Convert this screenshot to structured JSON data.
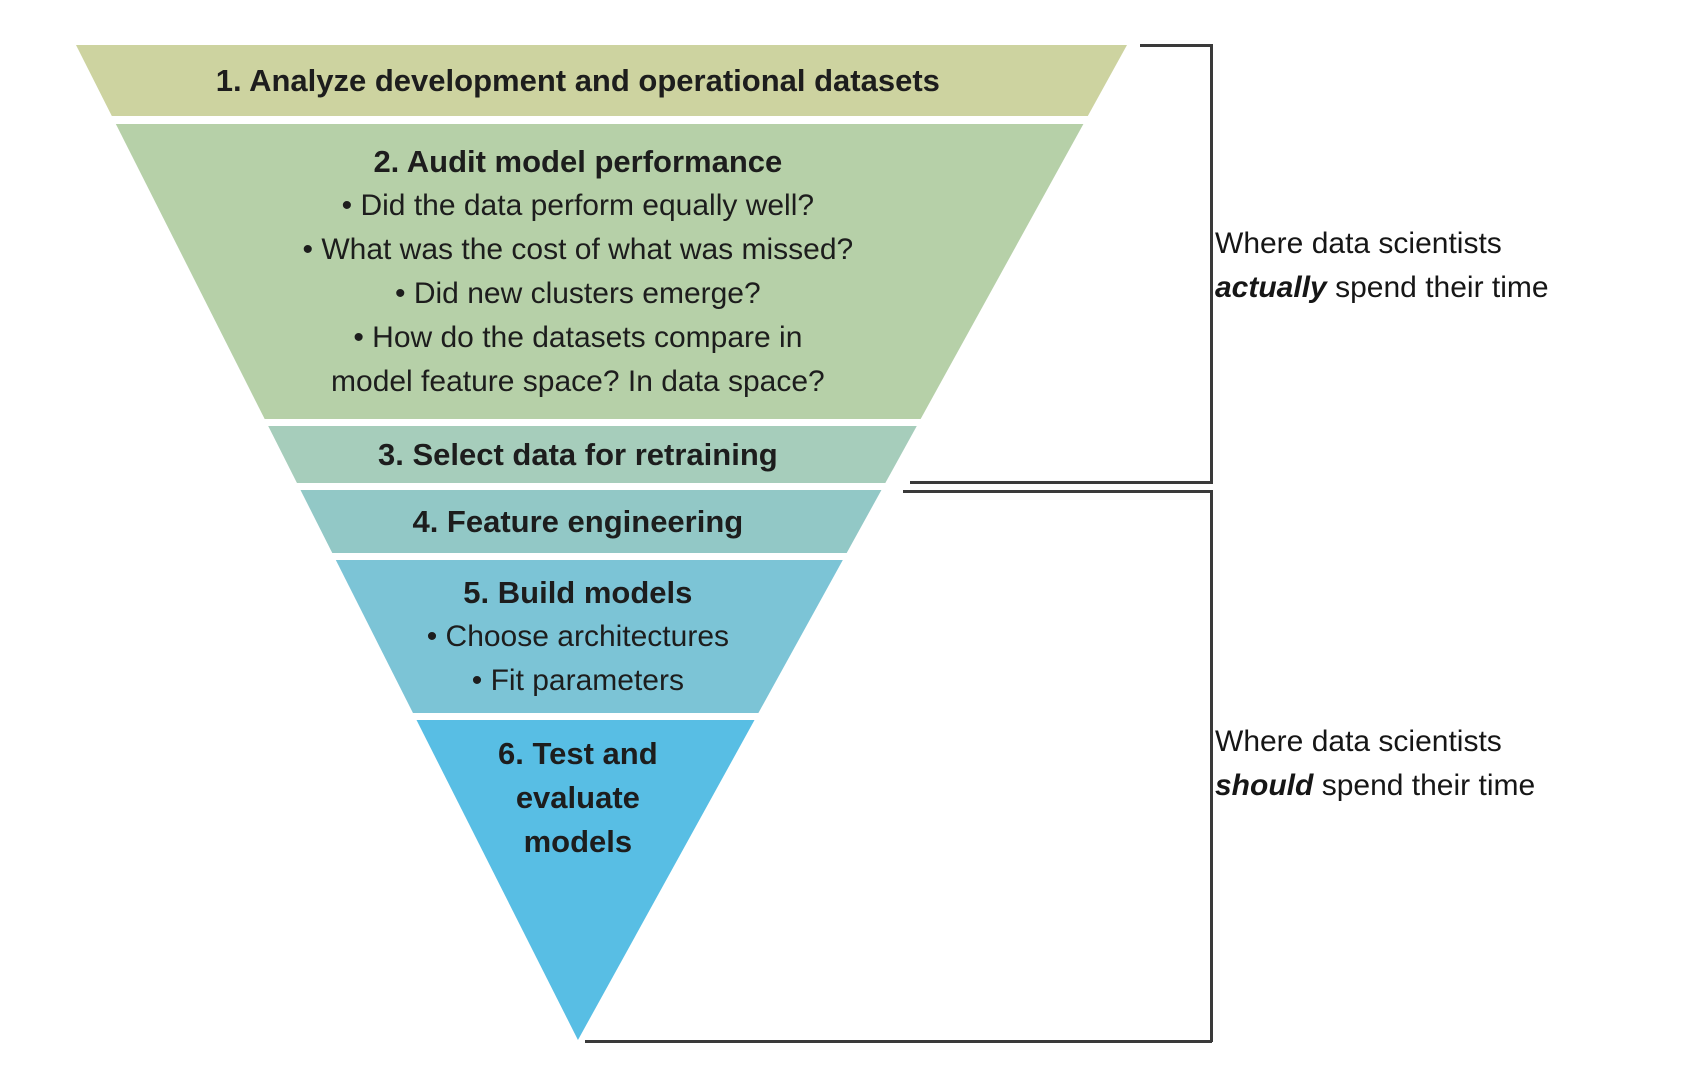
{
  "funnel": {
    "stages": [
      {
        "title": "1. Analyze development and operational datasets",
        "color": "#cdd3a0",
        "bullets": []
      },
      {
        "title": "2. Audit model performance",
        "color": "#b6d0a8",
        "bullets": [
          "• Did the data perform equally well?",
          "• What was the cost of what was missed?",
          "• Did new clusters emerge?",
          "• How do the datasets compare in\nmodel feature space? In data space?"
        ]
      },
      {
        "title": "3. Select data for retraining",
        "color": "#a6cdbb",
        "bullets": []
      },
      {
        "title": "4. Feature engineering",
        "color": "#92c8c6",
        "bullets": []
      },
      {
        "title": "5. Build models",
        "color": "#7cc4d6",
        "bullets": [
          "• Choose architectures",
          "• Fit parameters"
        ]
      },
      {
        "title": "6. Test and\nevaluate\nmodels",
        "color": "#58bee4",
        "bullets": []
      }
    ]
  },
  "annotations": {
    "actual": {
      "prefix": "Where data scientists",
      "emphasis": "actually",
      "suffix": "spend their time"
    },
    "should": {
      "prefix": "Where data scientists",
      "emphasis": "should",
      "suffix": "spend their time"
    }
  },
  "colors": {
    "background": "#ffffff",
    "separator": "#ffffff",
    "text": "#1d1d1d",
    "bracket": "#3a3a3a"
  }
}
